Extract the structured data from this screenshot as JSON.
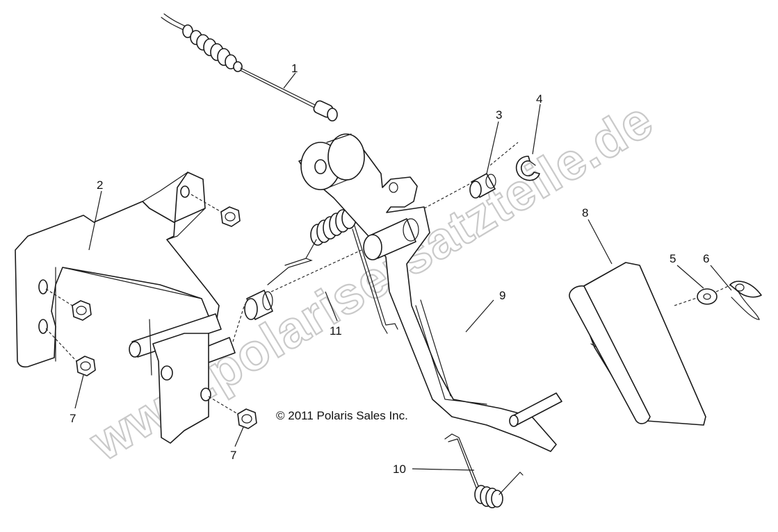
{
  "callouts": {
    "c1": "1",
    "c2": "2",
    "c3": "3",
    "c4": "4",
    "c5": "5",
    "c6": "6",
    "c7a": "7",
    "c7b": "7",
    "c8": "8",
    "c9": "9",
    "c10": "10",
    "c11": "11"
  },
  "copyright": "© 2011 Polaris Sales Inc.",
  "watermark": "www.polarisersatzteile.de"
}
